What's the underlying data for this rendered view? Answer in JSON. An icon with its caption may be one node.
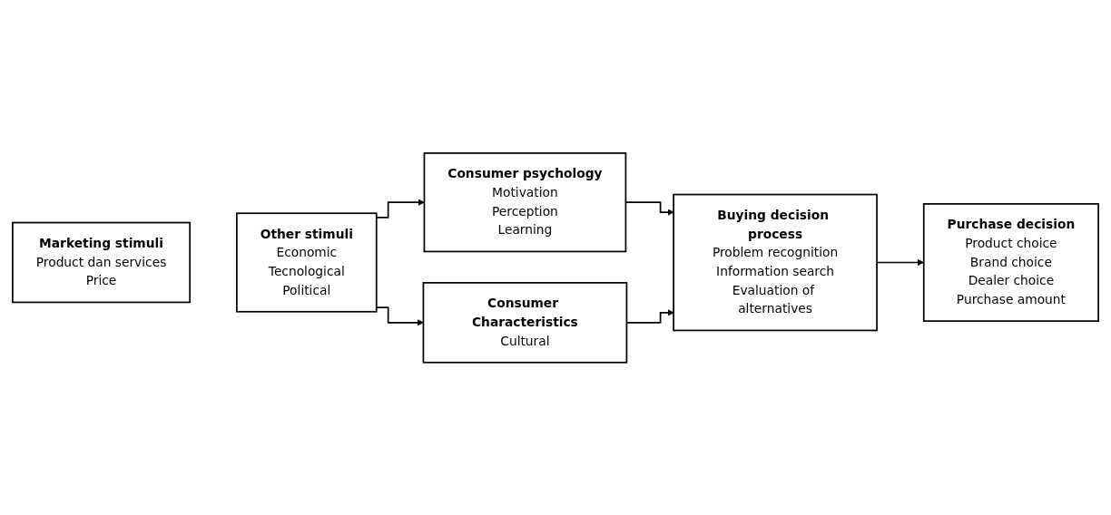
{
  "diagram": {
    "nodes": [
      {
        "text": [
          "Marketing stimuli",
          "Product dan services",
          "Price"
        ]
      },
      {
        "text": [
          "Other stimuli",
          "Economic",
          "Tecnological",
          "Political"
        ]
      },
      {
        "text": [
          "Consumer psychology",
          "Motivation",
          "Perception",
          "Learning"
        ]
      },
      {
        "text": [
          "Consumer Characteristics",
          "Cultural"
        ]
      },
      {
        "text": [
          "Buying decision process",
          "Problem recognition",
          "Information search",
          "Evaluation of alternatives"
        ]
      },
      {
        "text": [
          "Purchase decision",
          "Product choice",
          "Brand choice",
          "Dealer choice",
          "Purchase amount"
        ]
      }
    ],
    "edges": [
      {
        "from": 1,
        "to": 2,
        "arrow": "to"
      },
      {
        "from": 1,
        "to": 3,
        "arrow": "to"
      },
      {
        "from": 2,
        "to": 4,
        "arrow": "to"
      },
      {
        "from": 3,
        "to": 4,
        "arrow": "to"
      },
      {
        "from": 4,
        "to": 5,
        "arrow": "to"
      }
    ]
  }
}
